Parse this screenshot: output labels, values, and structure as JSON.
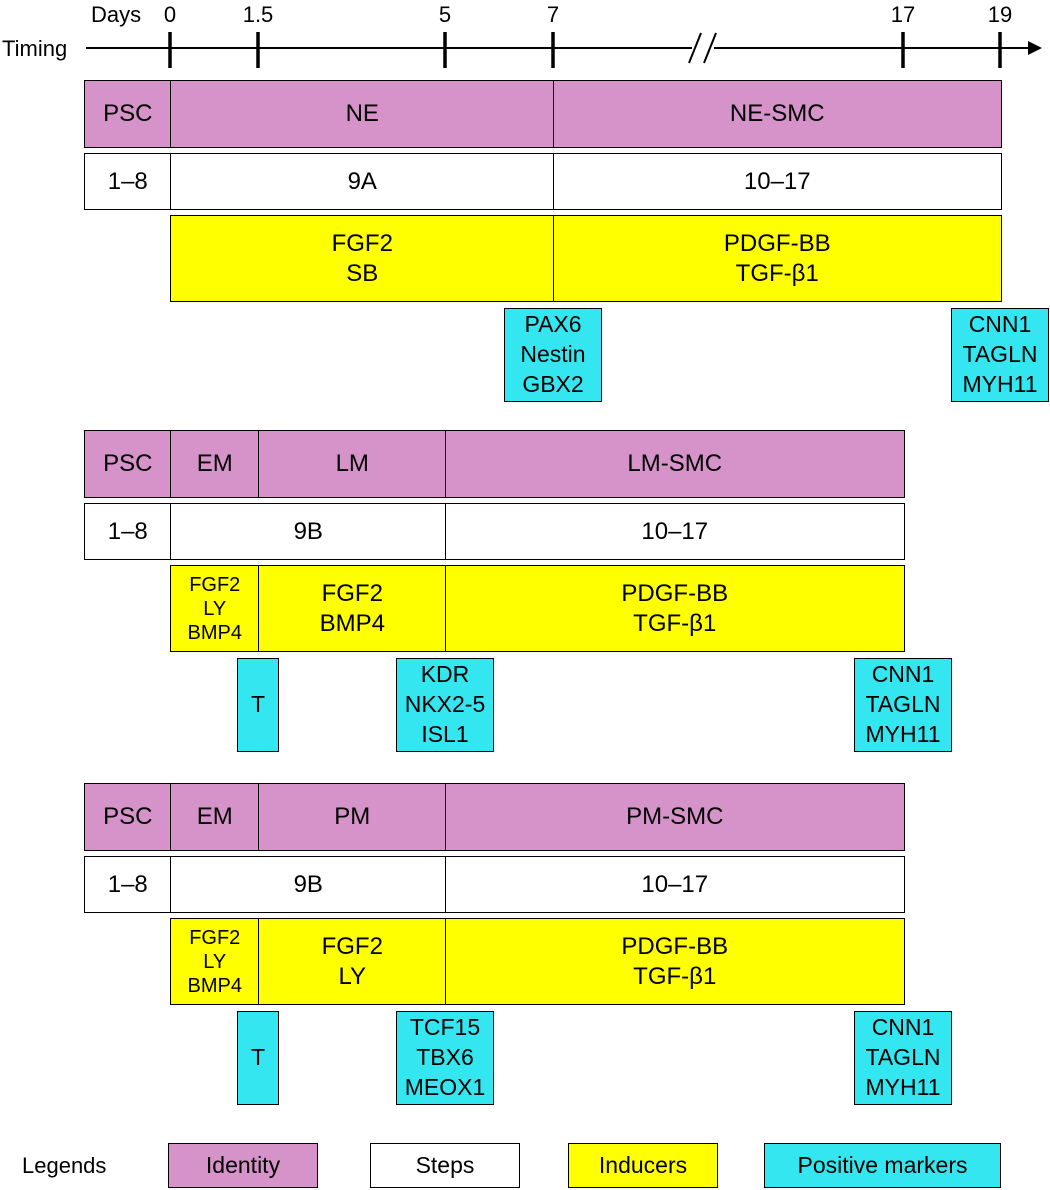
{
  "timing": {
    "label": "Timing",
    "days_label": "Days",
    "ticks": [
      {
        "label": "0",
        "pos": 0
      },
      {
        "label": "1.5",
        "pos": 1.5
      },
      {
        "label": "5",
        "pos": 5
      },
      {
        "label": "7",
        "pos": 7
      },
      {
        "label": "17",
        "pos": 17
      },
      {
        "label": "19",
        "pos": 19
      }
    ]
  },
  "panels": [
    {
      "identity": [
        {
          "label": "PSC",
          "from": -1,
          "to": 0
        },
        {
          "label": "NE",
          "from": 0,
          "to": 7
        },
        {
          "label": "NE-SMC",
          "from": 7,
          "to": 19
        }
      ],
      "steps": [
        {
          "label": "1–8",
          "from": -1,
          "to": 0
        },
        {
          "label": "9A",
          "from": 0,
          "to": 7
        },
        {
          "label": "10–17",
          "from": 7,
          "to": 19
        }
      ],
      "inducers": [
        {
          "lines": [
            "FGF2",
            "SB"
          ],
          "from": 0,
          "to": 7
        },
        {
          "lines": [
            "PDGF-BB",
            "TGF-β1"
          ],
          "from": 7,
          "to": 19
        }
      ],
      "markers": [
        {
          "lines": [
            "PAX6",
            "Nestin",
            "GBX2"
          ],
          "at": 7
        },
        {
          "lines": [
            "CNN1",
            "TAGLN",
            "MYH11"
          ],
          "at": 19
        }
      ]
    },
    {
      "identity": [
        {
          "label": "PSC",
          "from": -1,
          "to": 0
        },
        {
          "label": "EM",
          "from": 0,
          "to": 1.5
        },
        {
          "label": "LM",
          "from": 1.5,
          "to": 5
        },
        {
          "label": "LM-SMC",
          "from": 5,
          "to": 17
        }
      ],
      "steps": [
        {
          "label": "1–8",
          "from": -1,
          "to": 0
        },
        {
          "label": "9B",
          "from": 0,
          "to": 5
        },
        {
          "label": "10–17",
          "from": 5,
          "to": 17
        }
      ],
      "inducers": [
        {
          "lines": [
            "FGF2",
            "LY",
            "BMP4"
          ],
          "from": 0,
          "to": 1.5,
          "small": true
        },
        {
          "lines": [
            "FGF2",
            "BMP4"
          ],
          "from": 1.5,
          "to": 5
        },
        {
          "lines": [
            "PDGF-BB",
            "TGF-β1"
          ],
          "from": 5,
          "to": 17
        }
      ],
      "markers": [
        {
          "lines": [
            "T"
          ],
          "at": 1.5,
          "narrow": true
        },
        {
          "lines": [
            "KDR",
            "NKX2-5",
            "ISL1"
          ],
          "at": 5
        },
        {
          "lines": [
            "CNN1",
            "TAGLN",
            "MYH11"
          ],
          "at": 17
        }
      ]
    },
    {
      "identity": [
        {
          "label": "PSC",
          "from": -1,
          "to": 0
        },
        {
          "label": "EM",
          "from": 0,
          "to": 1.5
        },
        {
          "label": "PM",
          "from": 1.5,
          "to": 5
        },
        {
          "label": "PM-SMC",
          "from": 5,
          "to": 17
        }
      ],
      "steps": [
        {
          "label": "1–8",
          "from": -1,
          "to": 0
        },
        {
          "label": "9B",
          "from": 0,
          "to": 5
        },
        {
          "label": "10–17",
          "from": 5,
          "to": 17
        }
      ],
      "inducers": [
        {
          "lines": [
            "FGF2",
            "LY",
            "BMP4"
          ],
          "from": 0,
          "to": 1.5,
          "small": true
        },
        {
          "lines": [
            "FGF2",
            "LY"
          ],
          "from": 1.5,
          "to": 5
        },
        {
          "lines": [
            "PDGF-BB",
            "TGF-β1"
          ],
          "from": 5,
          "to": 17
        }
      ],
      "markers": [
        {
          "lines": [
            "T"
          ],
          "at": 1.5,
          "narrow": true
        },
        {
          "lines": [
            "TCF15",
            "TBX6",
            "MEOX1"
          ],
          "at": 5
        },
        {
          "lines": [
            "CNN1",
            "TAGLN",
            "MYH11"
          ],
          "at": 17
        }
      ]
    }
  ],
  "legend": {
    "title": "Legends",
    "items": [
      {
        "label": "Identity",
        "color": "#d693c9"
      },
      {
        "label": "Steps",
        "color": "#ffffff"
      },
      {
        "label": "Inducers",
        "color": "#ffff00"
      },
      {
        "label": "Positive markers",
        "color": "#33e6f0"
      }
    ]
  },
  "colors": {
    "identity": "#d693c9",
    "steps": "#ffffff",
    "inducers": "#ffff00",
    "markers": "#33e6f0"
  }
}
